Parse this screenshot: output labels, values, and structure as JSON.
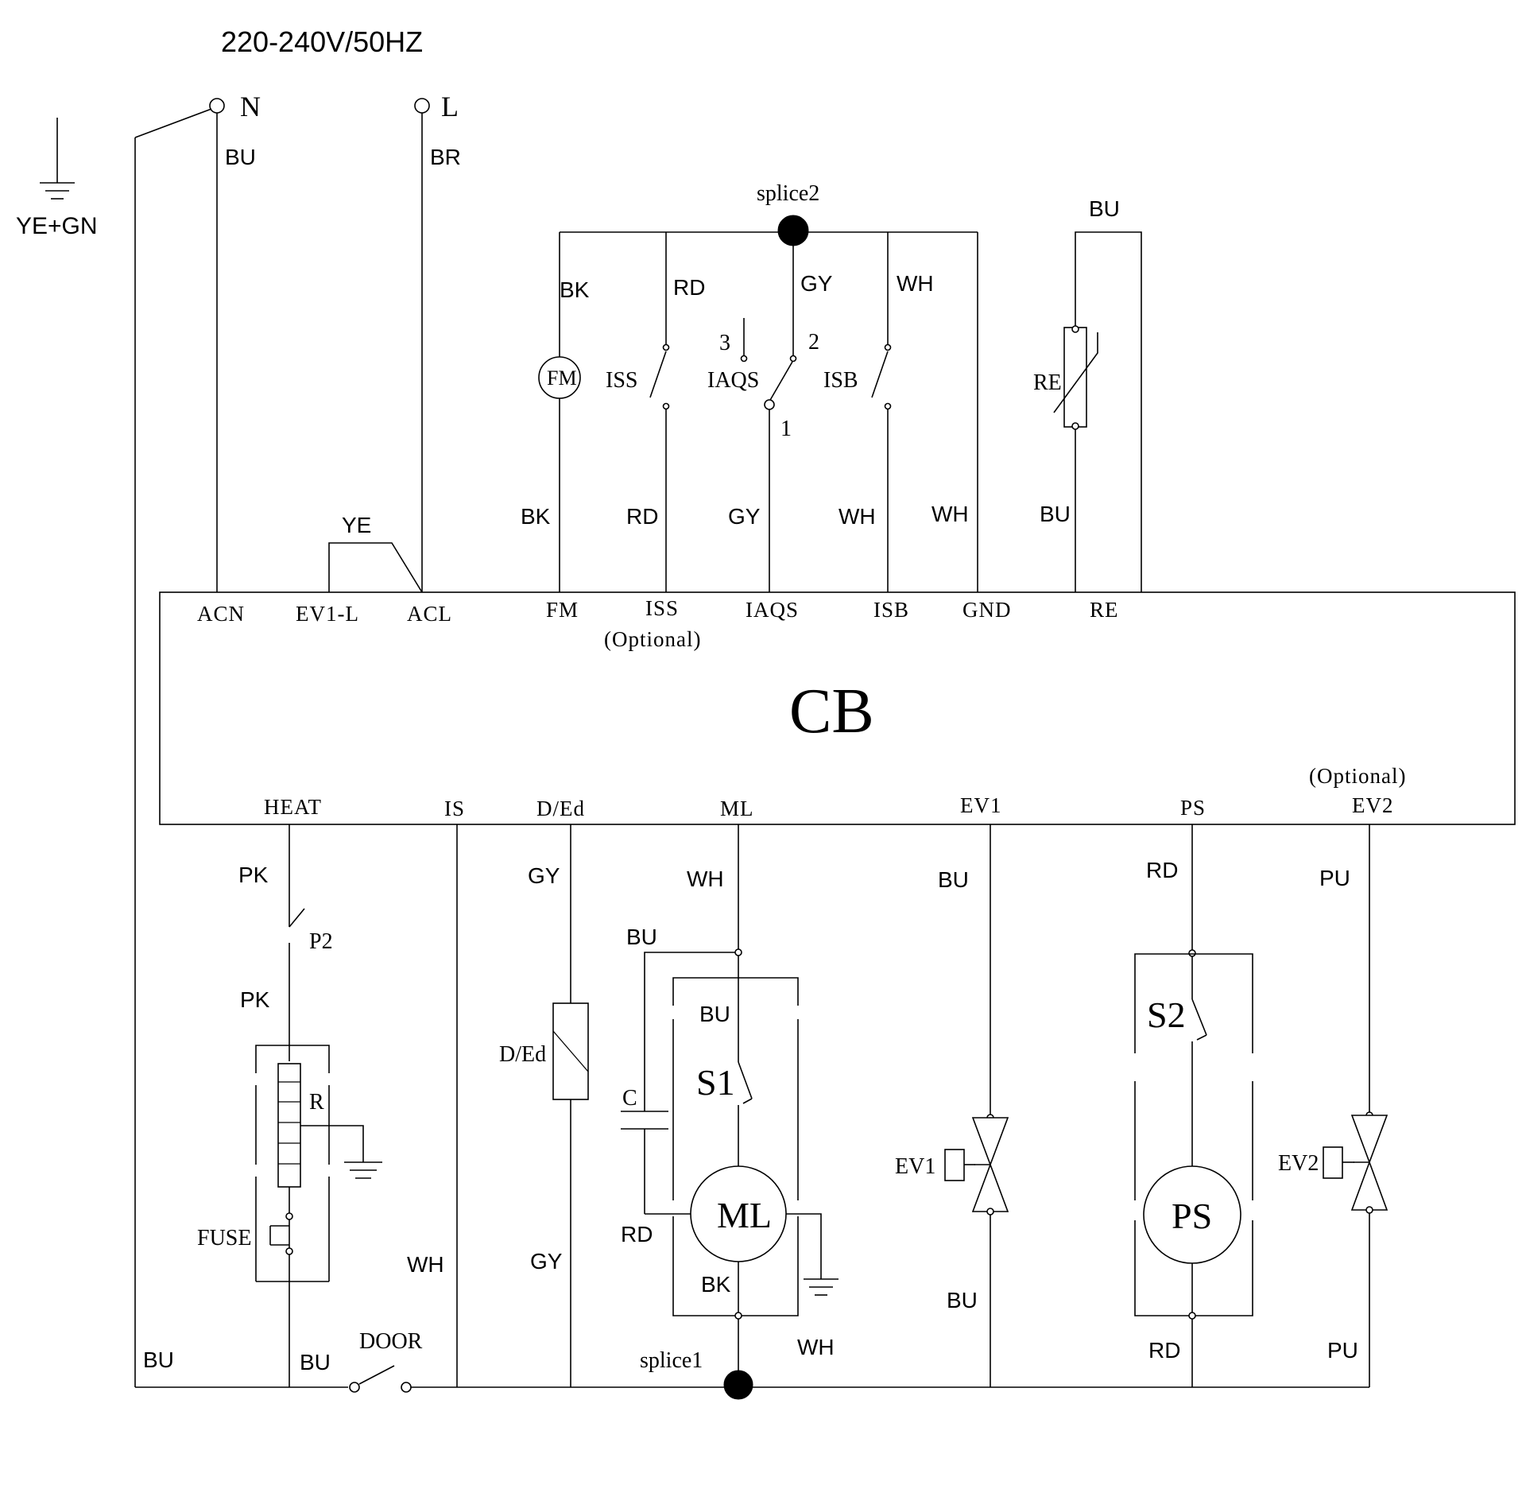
{
  "supply": {
    "voltage": "220-240V/50HZ",
    "neutral": "N",
    "live": "L",
    "earth": "YE+GN"
  },
  "controller": {
    "name": "CB",
    "top_pins": [
      "ACN",
      "EV1-L",
      "ACL",
      "FM",
      "ISS",
      "IAQS",
      "ISB",
      "GND",
      "RE"
    ],
    "iss_note": "(Optional)",
    "bottom_pins": [
      "HEAT",
      "IS",
      "D/Ed",
      "ML",
      "EV1",
      "PS",
      "EV2"
    ],
    "ev2_note": "(Optional)"
  },
  "splices": [
    "splice1",
    "splice2"
  ],
  "components": {
    "fm": "FM",
    "iss": "ISS",
    "iaqs": "IAQS",
    "isb": "ISB",
    "re": "RE",
    "p2": "P2",
    "r": "R",
    "fuse": "FUSE",
    "ded": "D/Ed",
    "c": "C",
    "s1": "S1",
    "ml": "ML",
    "s2": "S2",
    "ps": "PS",
    "ev1": "EV1",
    "ev2": "EV2",
    "door": "DOOR"
  },
  "iaqs_contacts": [
    "1",
    "2",
    "3"
  ],
  "wire_colors": {
    "n": "BU",
    "l": "BR",
    "ye": "YE",
    "bu_left": "BU",
    "bu_door": "BU",
    "fm_top": "BK",
    "fm_bot": "BK",
    "iss_top": "RD",
    "iss_bot": "RD",
    "iaqs_top": "GY",
    "iaqs_bot": "GY",
    "isb_top": "WH",
    "isb_bot": "WH",
    "gnd": "WH",
    "re_top": "BU",
    "re_bot": "BU",
    "heat1": "PK",
    "heat2": "PK",
    "is": "WH",
    "ded_top": "GY",
    "ded_bot": "GY",
    "ml_top": "WH",
    "ml_bu1": "BU",
    "ml_bu2": "BU",
    "ml_rd": "RD",
    "ml_bk": "BK",
    "ml_wh": "WH",
    "ev1_top": "BU",
    "ev1_bot": "BU",
    "ps_top": "RD",
    "ps_bot": "RD",
    "ev2_top": "PU",
    "ev2_bot": "PU"
  }
}
